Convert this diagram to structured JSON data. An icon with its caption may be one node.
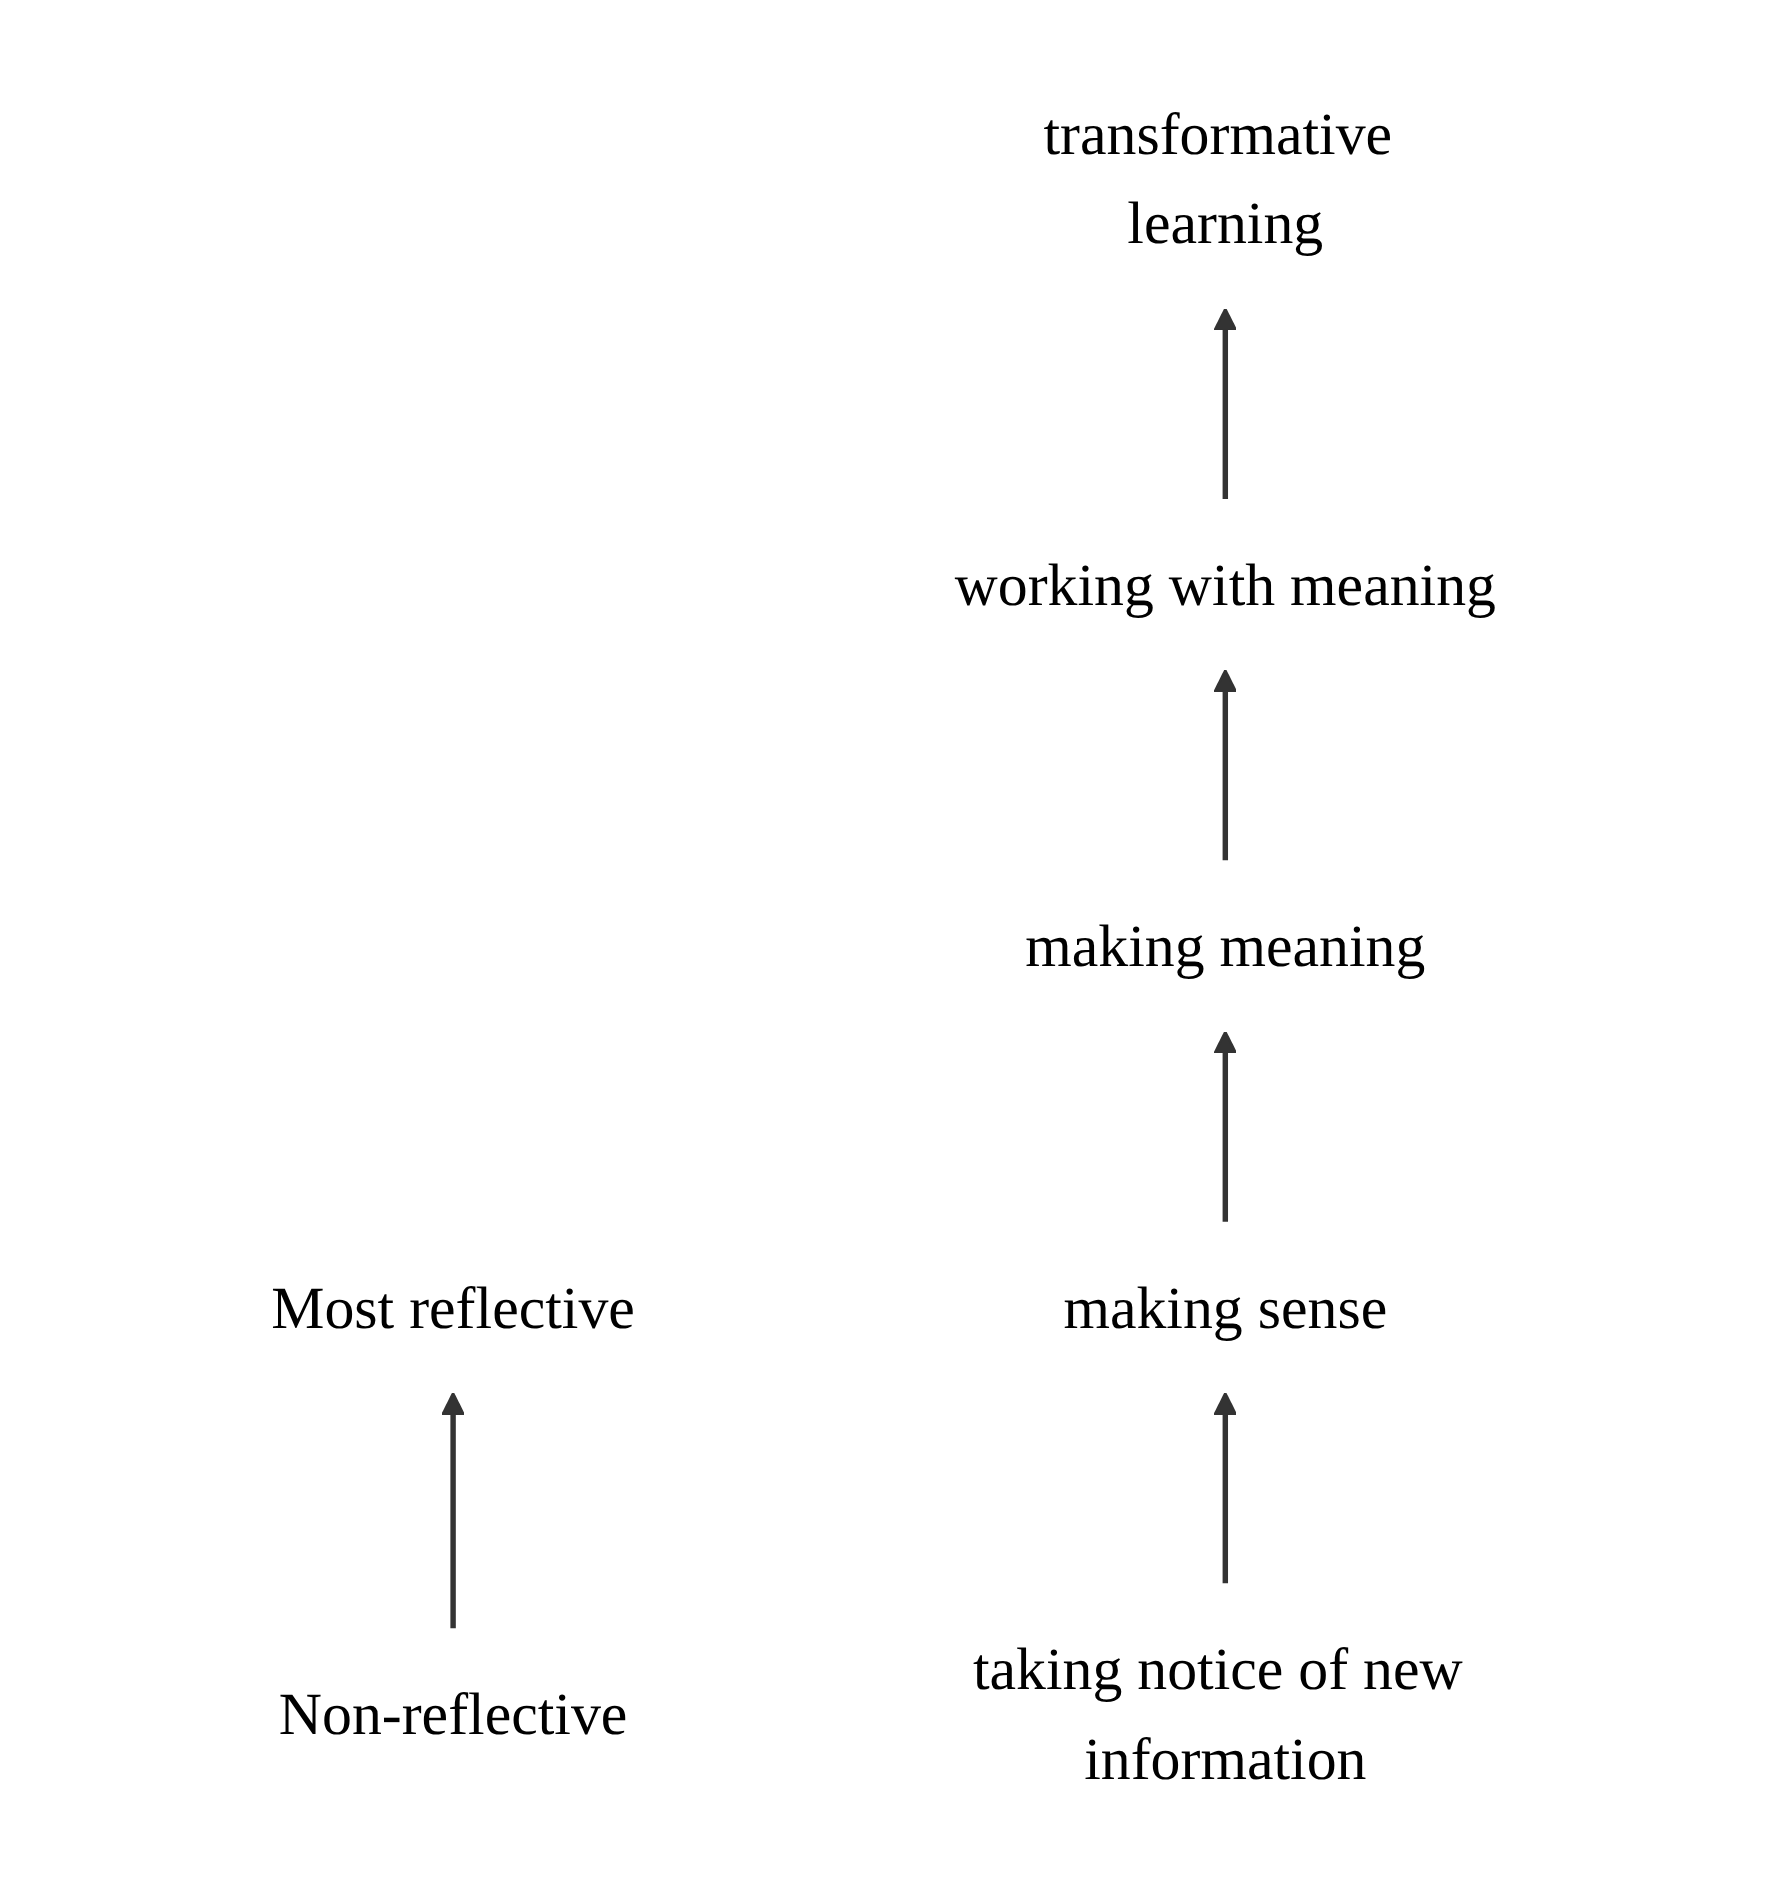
{
  "diagram": {
    "nodes": [
      {
        "text": [
          "Most reflective"
        ]
      },
      {
        "text": [
          "transformative learning"
        ]
      },
      {
        "text": [
          "working with meaning"
        ]
      },
      {
        "text": [
          "making meaning"
        ]
      },
      {
        "text": [
          "making sense"
        ]
      },
      {
        "text": [
          "Non-reflective"
        ]
      },
      {
        "text": [
          "taking notice of new information"
        ]
      }
    ],
    "edges": [
      {
        "from": 5,
        "to": 0,
        "arrow": "to"
      },
      {
        "from": 6,
        "to": 4,
        "arrow": "to"
      },
      {
        "from": 4,
        "to": 3,
        "arrow": "to"
      },
      {
        "from": 3,
        "to": 2,
        "arrow": "to"
      },
      {
        "from": 2,
        "to": 1,
        "arrow": "to"
      }
    ]
  }
}
